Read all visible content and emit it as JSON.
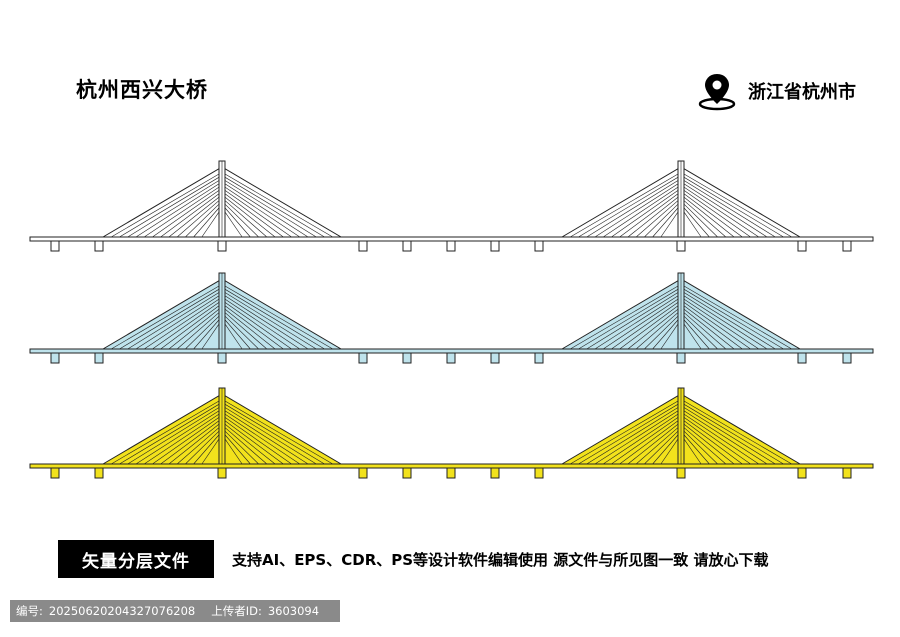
{
  "header": {
    "title": "杭州西兴大桥",
    "location": "浙江省杭州市",
    "location_icon": "map-pin-icon"
  },
  "bridges": [
    {
      "fill": "#ffffff"
    },
    {
      "fill": "#bfe3ec"
    },
    {
      "fill": "#f2e21c"
    }
  ],
  "colors": {
    "stroke": "#222222",
    "tag_bg": "#000000",
    "footer_bg": "#8a8a8a"
  },
  "footer": {
    "tag": "矢量分层文件",
    "description": "支持AI、EPS、CDR、PS等设计软件编辑使用  源文件与所见图一致  请放心下载",
    "id_label": "编号:",
    "id_value": "20250620204327076208",
    "uploader_label": "上传者ID:",
    "uploader_value": "3603094"
  }
}
